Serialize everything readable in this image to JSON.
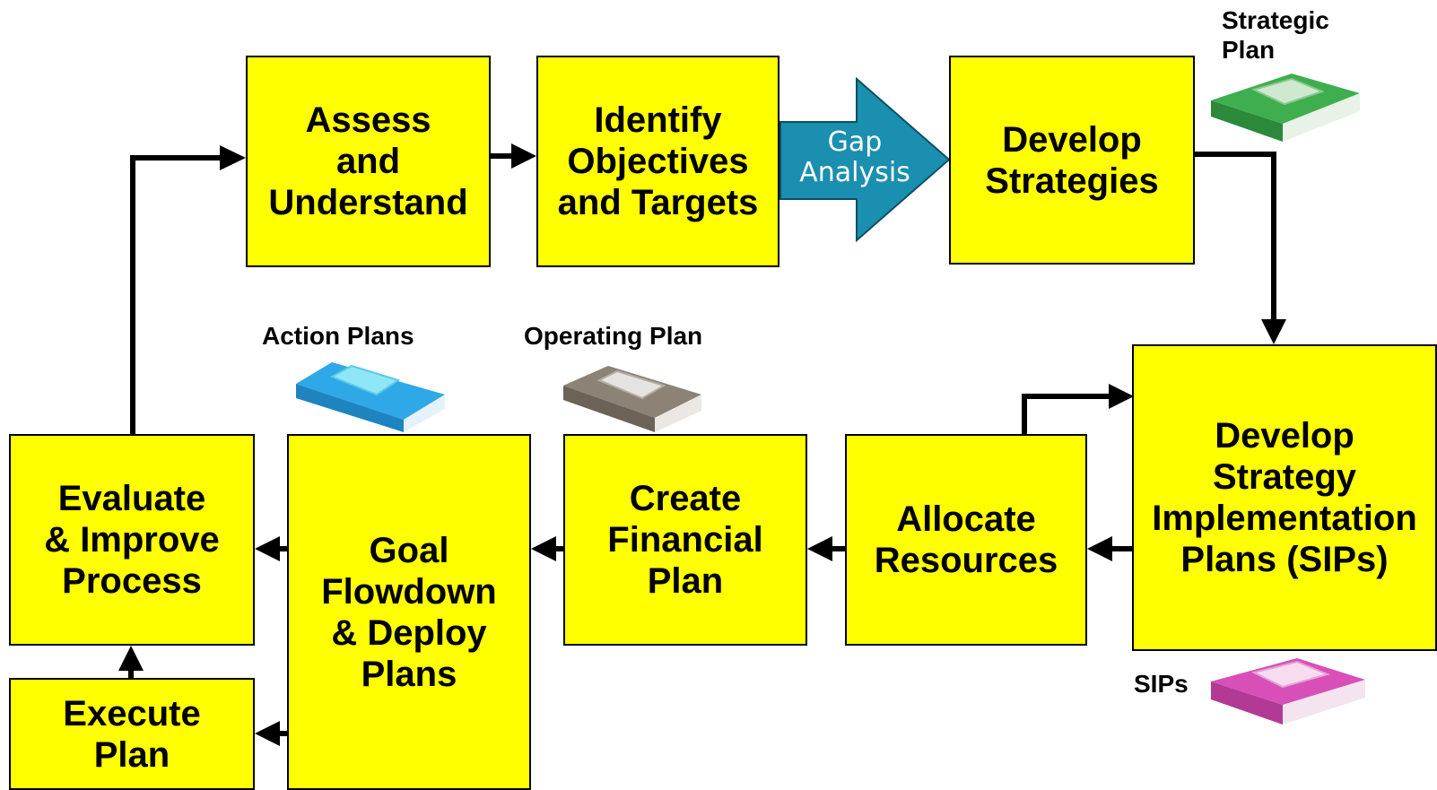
{
  "boxes": {
    "assess": "Assess\nand\nUnderstand",
    "identify": "Identify\nObjectives\nand Targets",
    "develop_strategies": "Develop\nStrategies",
    "develop_sips": "Develop\nStrategy\nImplementation\nPlans (SIPs)",
    "allocate": "Allocate\nResources",
    "financial": "Create\nFinancial\nPlan",
    "goal": "Goal\nFlowdown\n& Deploy\nPlans",
    "evaluate": "Evaluate\n& Improve\nProcess",
    "execute": "Execute\nPlan"
  },
  "gap_arrow": "Gap\nAnalysis",
  "labels": {
    "strategic_plan": "Strategic\nPlan",
    "action_plans": "Action Plans",
    "operating_plan": "Operating Plan",
    "sips": "SIPs"
  },
  "colors": {
    "box_fill": "#ffff00",
    "gap_arrow": "#1a8fb0",
    "book_strategic": "#3fae4f",
    "book_action": "#2fa8e8",
    "book_operating": "#8c8275",
    "book_sips": "#d94fb8"
  },
  "icons": [
    "book-icon-strategic",
    "book-icon-action",
    "book-icon-operating",
    "book-icon-sips"
  ]
}
